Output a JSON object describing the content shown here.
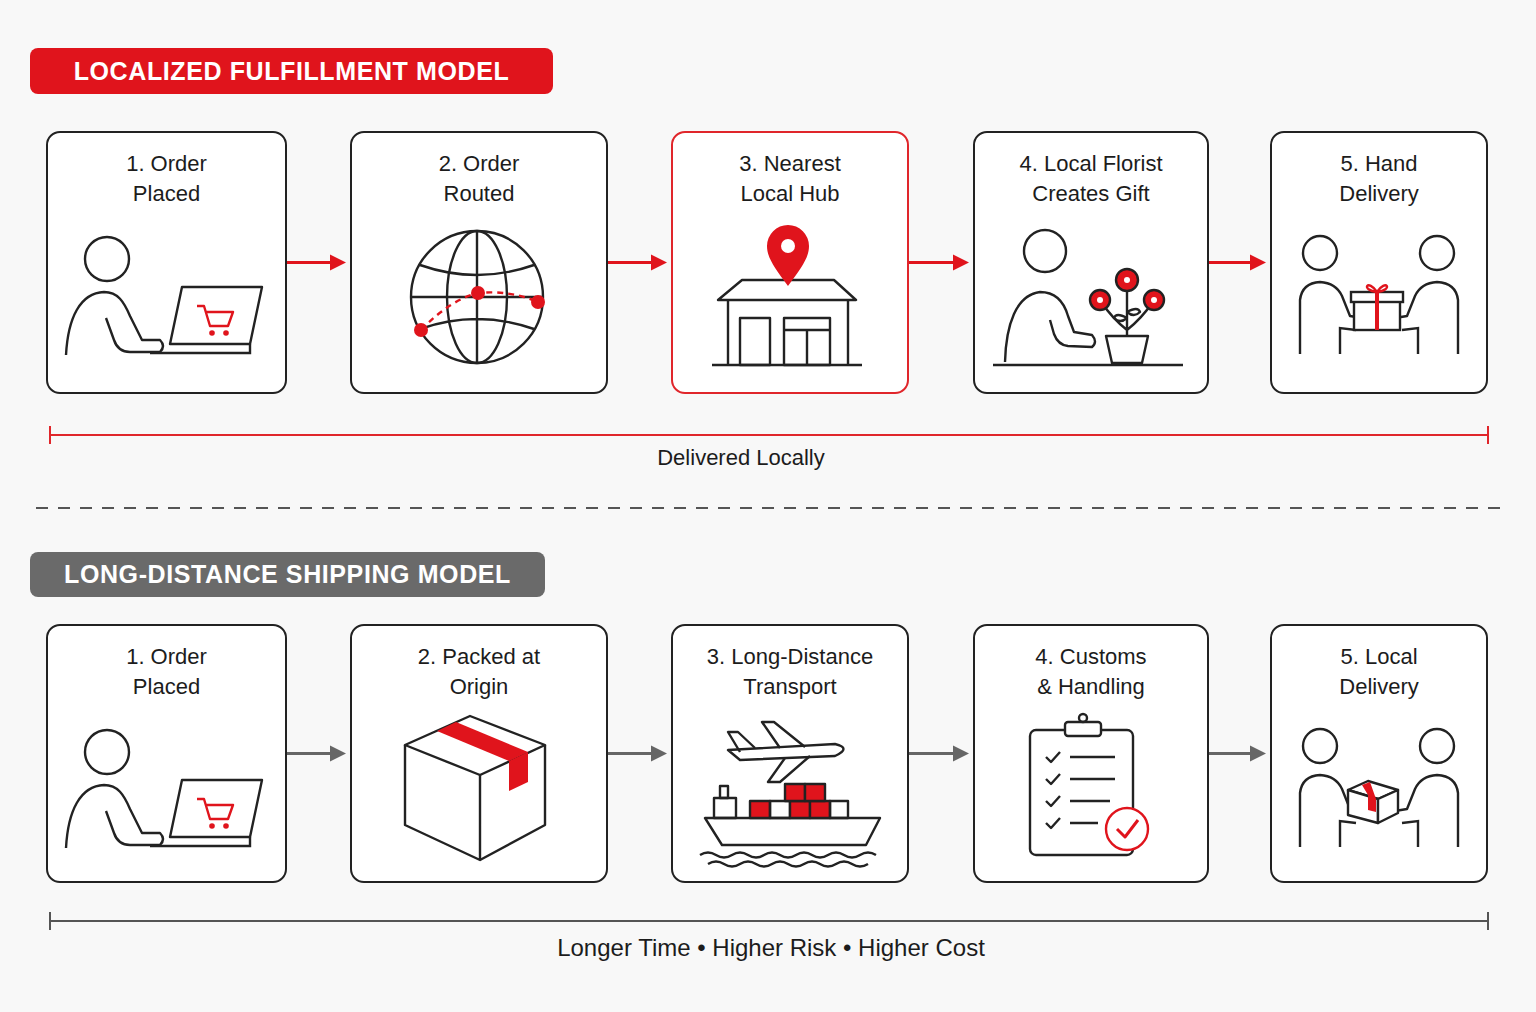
{
  "diagram": {
    "nodes": [
      {
        "text": [
          "LOCALIZED FULFILLMENT MODEL"
        ]
      },
      {
        "text": [
          "1. Order Placed"
        ]
      },
      {
        "text": [
          "2. Order Routed"
        ]
      },
      {
        "text": [
          "3. Nearest Local Hub"
        ]
      },
      {
        "text": [
          "4. Local Florist Creates Gift"
        ]
      },
      {
        "text": [
          "5. Hand Delivery"
        ]
      },
      {
        "text": [
          "LONG-DISTANCE SHIPPING MODEL"
        ]
      },
      {
        "text": [
          "1. Order Placed"
        ]
      },
      {
        "text": [
          "2. Packed at Origin"
        ]
      },
      {
        "text": [
          "3. Long-Distance Transport"
        ]
      },
      {
        "text": [
          "4. Customs & Handling"
        ]
      },
      {
        "text": [
          "5. Local Delivery"
        ]
      }
    ],
    "edges": [
      {
        "from": 1,
        "to": 2,
        "arrow": "to"
      },
      {
        "from": 2,
        "to": 3,
        "arrow": "to"
      },
      {
        "from": 3,
        "to": 4,
        "arrow": "to"
      },
      {
        "from": 4,
        "to": 5,
        "arrow": "to"
      },
      {
        "from": 7,
        "to": 8,
        "arrow": "to"
      },
      {
        "from": 8,
        "to": 9,
        "arrow": "to"
      },
      {
        "from": 9,
        "to": 10,
        "arrow": "to"
      },
      {
        "from": 10,
        "to": 11,
        "arrow": "to"
      }
    ],
    "labels": [
      "Delivered Locally",
      "Longer Time • Higher Risk • Higher Cost"
    ]
  }
}
